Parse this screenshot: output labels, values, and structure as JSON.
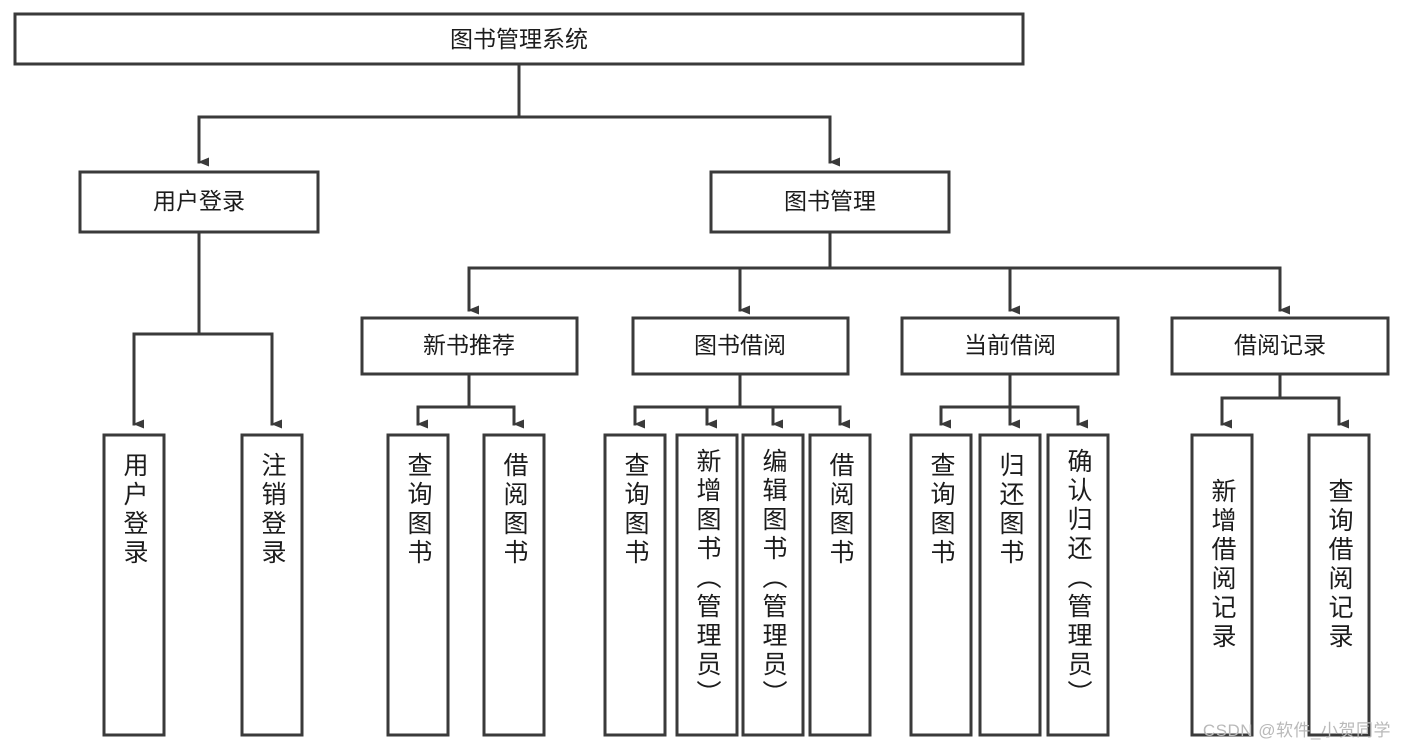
{
  "diagram": {
    "title": "图书管理系统",
    "type": "tree-hierarchy",
    "root": {
      "id": "root",
      "label": "图书管理系统"
    },
    "level2": [
      {
        "id": "user-login",
        "label": "用户登录"
      },
      {
        "id": "book-manage",
        "label": "图书管理"
      }
    ],
    "level3": [
      {
        "id": "new-book-rec",
        "label": "新书推荐",
        "parent": "book-manage"
      },
      {
        "id": "book-borrow",
        "label": "图书借阅",
        "parent": "book-manage"
      },
      {
        "id": "current-borrow",
        "label": "当前借阅",
        "parent": "book-manage"
      },
      {
        "id": "borrow-record",
        "label": "借阅记录",
        "parent": "book-manage"
      }
    ],
    "leaves": [
      {
        "id": "leaf-user-login",
        "label": "用户登录",
        "parent": "user-login"
      },
      {
        "id": "leaf-logout",
        "label": "注销登录",
        "parent": "user-login"
      },
      {
        "id": "leaf-query-book-1",
        "label": "查询图书",
        "parent": "new-book-rec"
      },
      {
        "id": "leaf-borrow-book-1",
        "label": "借阅图书",
        "parent": "new-book-rec"
      },
      {
        "id": "leaf-query-book-2",
        "label": "查询图书",
        "parent": "book-borrow"
      },
      {
        "id": "leaf-add-book",
        "label": "新增图书（管理员）",
        "parent": "book-borrow"
      },
      {
        "id": "leaf-edit-book",
        "label": "编辑图书（管理员）",
        "parent": "book-borrow"
      },
      {
        "id": "leaf-borrow-book-2",
        "label": "借阅图书",
        "parent": "book-borrow"
      },
      {
        "id": "leaf-query-book-3",
        "label": "查询图书",
        "parent": "current-borrow"
      },
      {
        "id": "leaf-return-book",
        "label": "归还图书",
        "parent": "current-borrow"
      },
      {
        "id": "leaf-confirm-return",
        "label": "确认归还（管理员）",
        "parent": "current-borrow"
      },
      {
        "id": "leaf-add-record",
        "label": "新增借阅记录",
        "parent": "borrow-record"
      },
      {
        "id": "leaf-query-record",
        "label": "查询借阅记录",
        "parent": "borrow-record"
      }
    ],
    "colors": {
      "stroke": "#3a3a3a",
      "fill": "#ffffff",
      "text": "#1c1c1c",
      "watermark": "#b9b9b9"
    }
  },
  "watermark": {
    "text": "CSDN @软件_小贺同学"
  }
}
